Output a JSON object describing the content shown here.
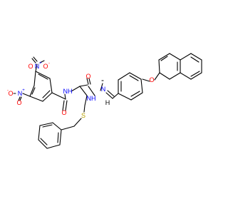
{
  "atoms": {
    "nitro_top_N": "N",
    "nitro_top_plus": "+",
    "nitro_top_O1": "O",
    "nitro_top_Ominus": "O",
    "nitro_top_minus": "-",
    "nitro_left_O": "O",
    "nitro_left_minus": "-",
    "nitro_left_N": "N",
    "nitro_left_plus": "+",
    "nitro_left_O2": "O",
    "amide_NH": "NH",
    "amide_O": "O",
    "hydrazide_O": "O",
    "hydrazide_NH": "NH",
    "hydrazone_N": "N",
    "imine_H": "H",
    "thioether_S": "S",
    "ether_O": "O"
  },
  "colors": {
    "oxygen": "#ff0000",
    "nitrogen": "#0000ff",
    "sulfur": "#b8a000",
    "bond": "#000000",
    "background": "#ffffff"
  }
}
